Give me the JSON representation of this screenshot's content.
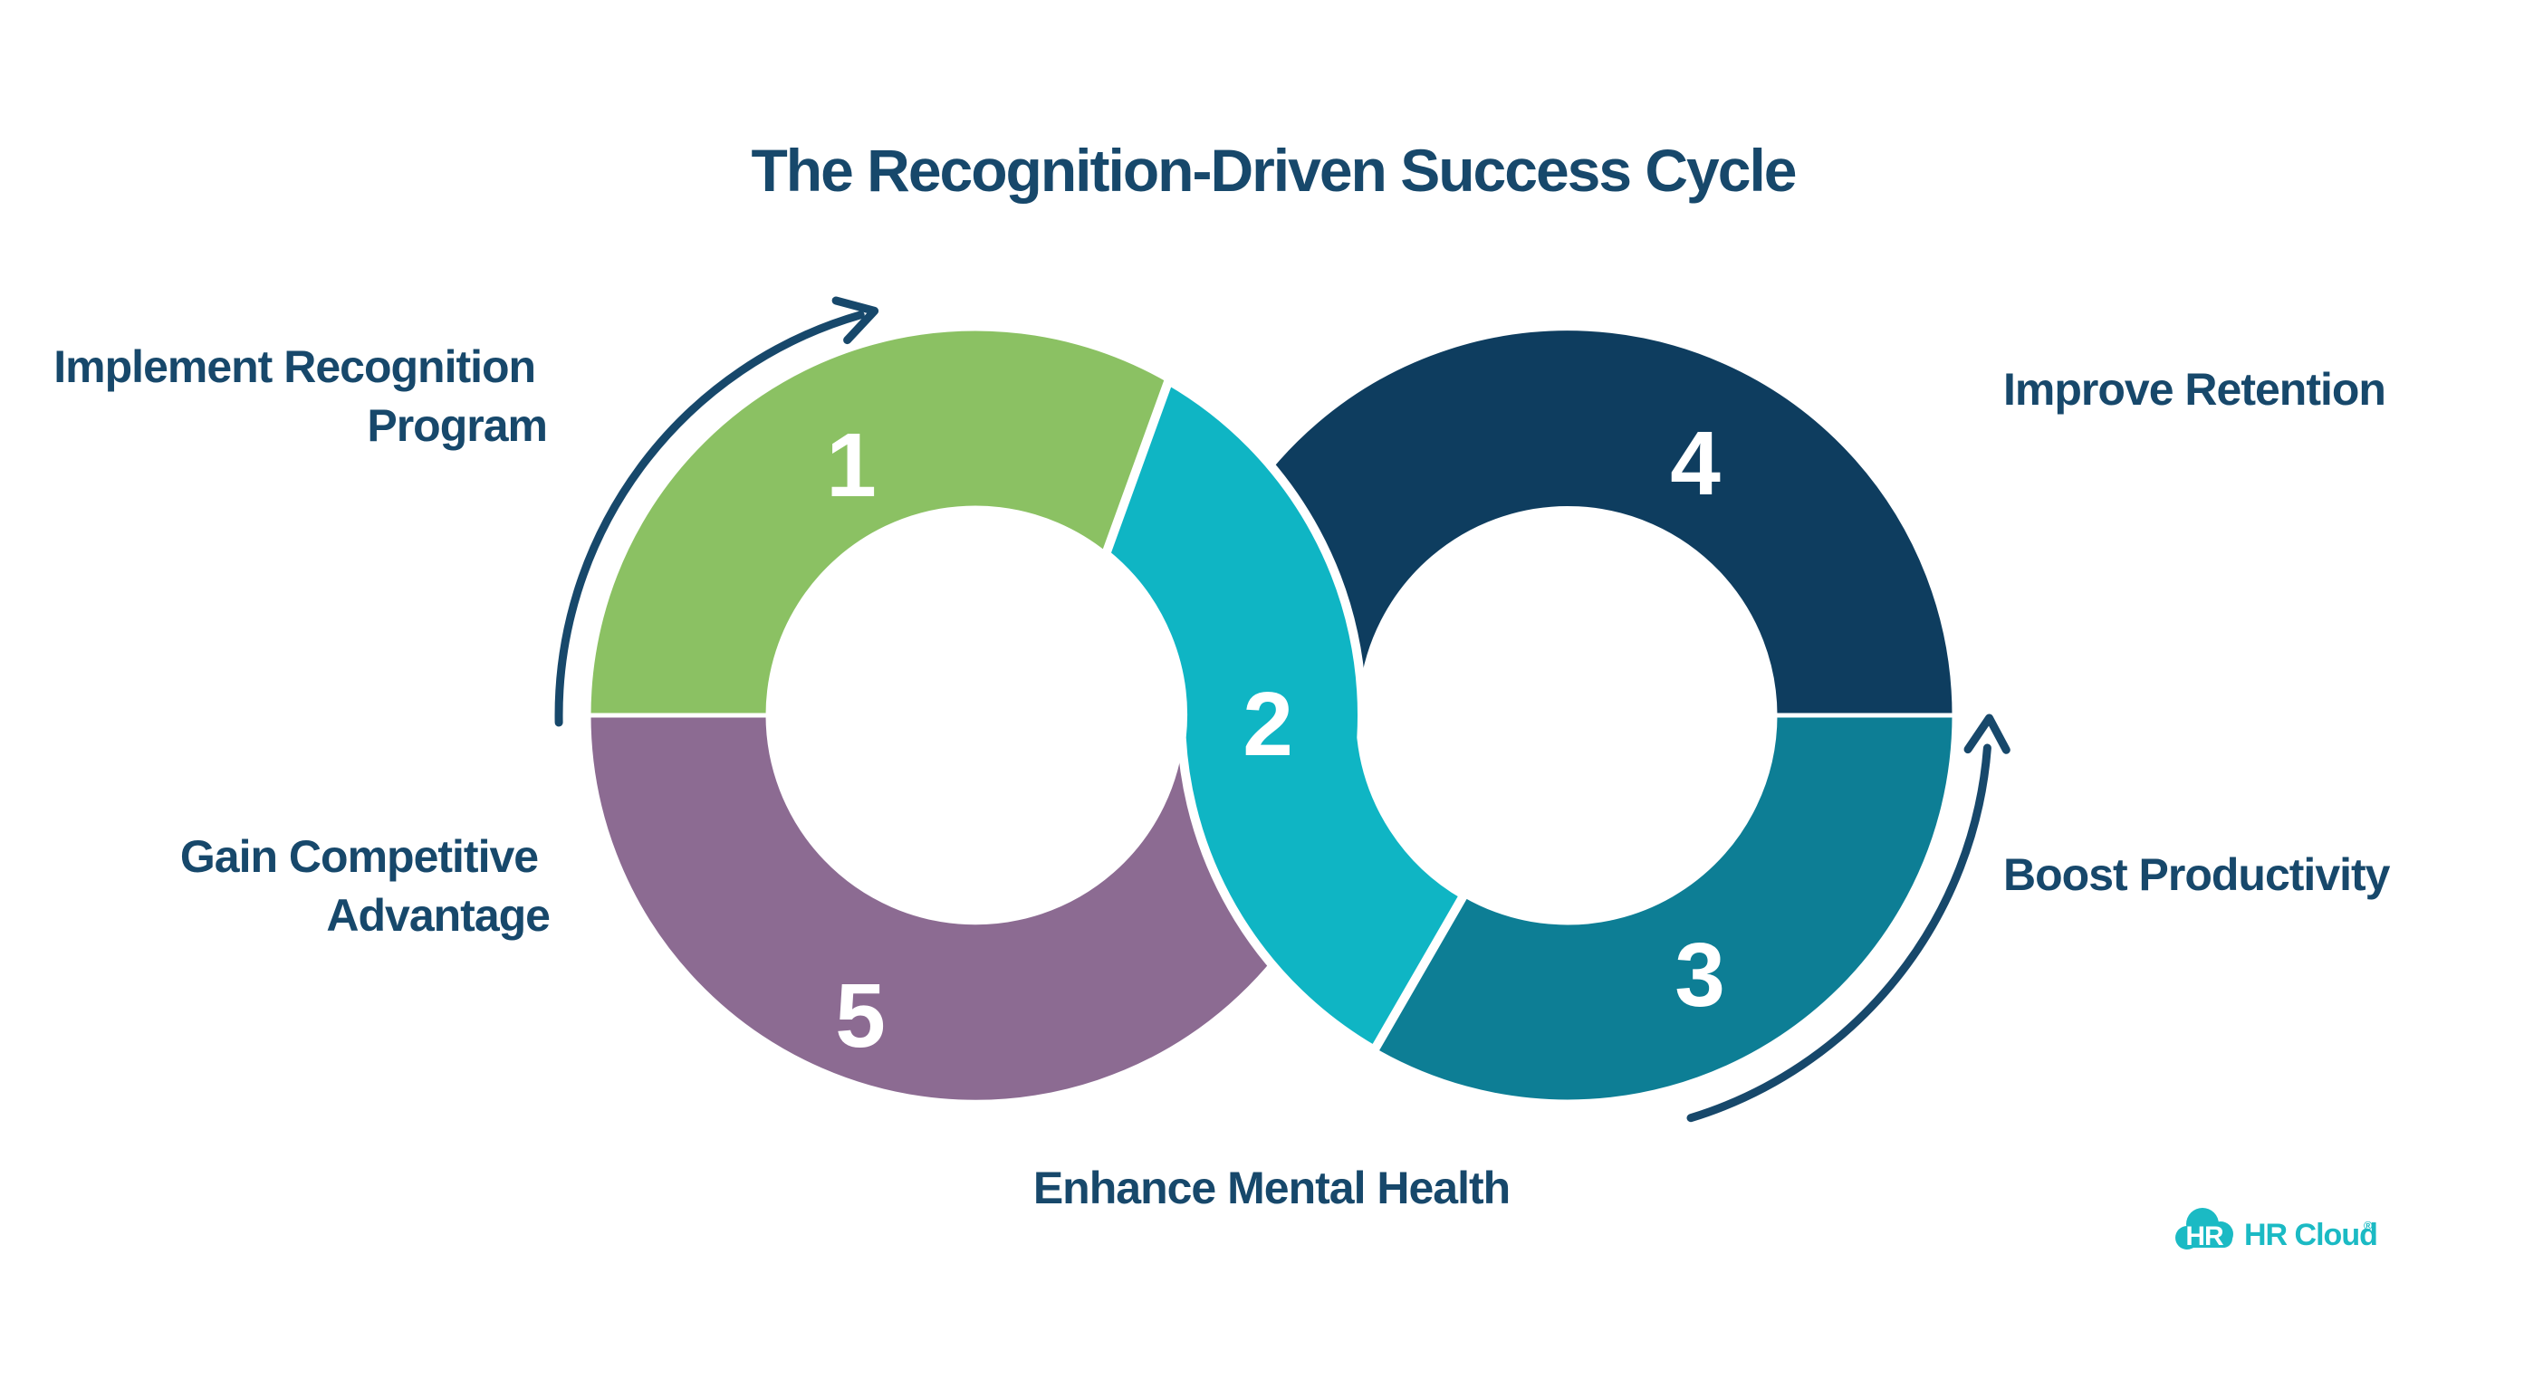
{
  "title": "The Recognition-Driven Success Cycle",
  "colors": {
    "background": "#FFFFFF",
    "text_navy": "#17486B",
    "arrow_navy": "#17486B",
    "separator_white": "#FFFFFF",
    "step1_green": "#8BC163",
    "step2_cyan": "#0FB5C4",
    "step3_teal": "#0D7E95",
    "step4_navy": "#0E3D5F",
    "step5_purple": "#8C6B92",
    "logo_teal": "#1BBAC4"
  },
  "steps": [
    {
      "number": "1",
      "label": "Implement Recognition Program",
      "label_line1": "Implement Recognition",
      "label_line2": "Program",
      "color": "#8BC163"
    },
    {
      "number": "2",
      "label": "Enhance Mental Health",
      "color": "#0FB5C4"
    },
    {
      "number": "3",
      "label": "Boost Productivity",
      "color": "#0D7E95"
    },
    {
      "number": "4",
      "label": "Improve Retention",
      "color": "#0E3D5F"
    },
    {
      "number": "5",
      "label": "Gain Competitive Advantage",
      "label_line1": "Gain Competitive",
      "label_line2": "Advantage",
      "color": "#8C6B92"
    }
  ],
  "logo": {
    "icon_text": "HR",
    "wordmark": "HR Cloud",
    "registered_mark": "®"
  }
}
